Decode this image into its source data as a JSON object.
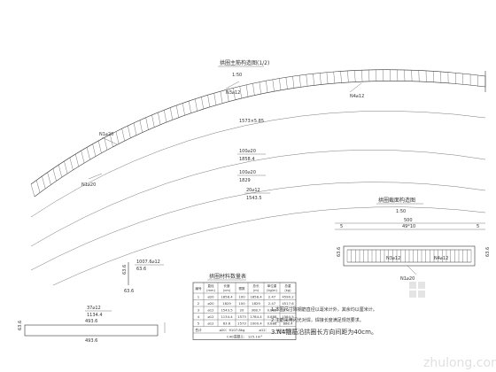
{
  "drawing": {
    "arch_title": "拱圈主筋构造图(1/2)",
    "arch_scale": "1:50",
    "section_title": "拱圈截面构造图",
    "section_scale": "1:50",
    "table_title": "拱圈材料数量表"
  },
  "arch_labels": {
    "n1_top": "N1⌀20",
    "n3_top": "N3⌀12",
    "n4_top": "N4⌀12",
    "n1_bottom": "N1⌀20",
    "dim_a": "1573×5.85",
    "dim_b_top": "100⌀20",
    "dim_b_bot": "1858.4",
    "dim_c_top": "100⌀20",
    "dim_c_bot": "1829",
    "dim_d_top": "20⌀12",
    "dim_d_bot": "1543.5"
  },
  "section": {
    "width_dim": "500",
    "spacing_dim": "49*10",
    "edge_left": "5",
    "edge_right": "5",
    "height_left": "63.6",
    "height_right": "63.6",
    "n3": "N3⌀12",
    "n4": "N4⌀12",
    "n1": "N1⌀20"
  },
  "details": {
    "hook_label_top": "1007.6⌀12",
    "hook_label_bot": "63.6",
    "hook_height": "63.6",
    "hook_bottom": "63.6",
    "stirrup_label_top": "37⌀12",
    "stirrup_label_bot": "1134.4",
    "stirrup_width": "493.6",
    "stirrup_height": "63.6",
    "stirrup_bottom": "493.6"
  },
  "table": {
    "headers": [
      "编号",
      "直径\n(mm)",
      "长度\n(cm)",
      "根数",
      "总长\n(m)",
      "单位重\n(kg/m)",
      "总重\n(kg)"
    ],
    "rows": [
      [
        "1",
        "⌀20",
        "1858.4",
        "100",
        "1858.4",
        "2.47",
        "4590.2"
      ],
      [
        "2",
        "⌀20",
        "1829",
        "100",
        "1829",
        "2.47",
        "4517.6"
      ],
      [
        "3",
        "⌀12",
        "1543.5",
        "20",
        "308.7",
        "0.888",
        "274.1"
      ],
      [
        "4",
        "⌀12",
        "1134.4",
        "1573",
        "1784.4",
        "0.888",
        "1584.5"
      ],
      [
        "5",
        "⌀12",
        "63.6",
        "1573",
        "1000.4",
        "0.888",
        "888.4"
      ]
    ],
    "summary": [
      "合计",
      "⌀20：9107.8kg",
      "⌀12：",
      "4824.0kg"
    ],
    "concrete": "C40混凝土：  125.1m³"
  },
  "notes": {
    "n1": "1.本图尺寸除钢筋直径以毫米计外，其余均以厘米计。",
    "n2": "2.主筋采用闪光对焊，焊接长度满足规范要求。",
    "n3": "3.N4箍筋沿拱圈长方向间距为40cm。"
  },
  "watermark": "zhulong.com"
}
